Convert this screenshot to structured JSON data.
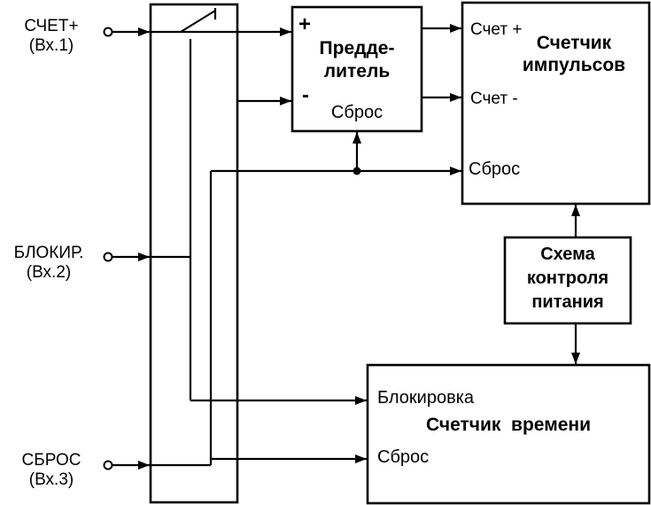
{
  "inputs": [
    {
      "label": "СЧЕТ+",
      "sub": "(Вх.1)"
    },
    {
      "label": "БЛОКИР.",
      "sub": "(Вх.2)"
    },
    {
      "label": "СБРОС",
      "sub": "(Вх.3)"
    }
  ],
  "prescaler": {
    "title_line1": "Предде-",
    "title_line2": "литель",
    "port_plus": "+",
    "port_minus": "-",
    "port_reset": "Сброс"
  },
  "pulse_counter": {
    "title_line1": "Счетчик",
    "title_line2": "импульсов",
    "port_count_plus": "Счет +",
    "port_count_minus": "Счет -",
    "port_reset": "Сброс"
  },
  "power_control": {
    "title_line1": "Схема",
    "title_line2": "контроля",
    "title_line3": "питания"
  },
  "time_counter": {
    "title": "Счетчик  времени",
    "port_block": "Блокировка",
    "port_reset": "Сброс"
  },
  "colors": {
    "line": "#000000",
    "background": "#ffffff"
  }
}
